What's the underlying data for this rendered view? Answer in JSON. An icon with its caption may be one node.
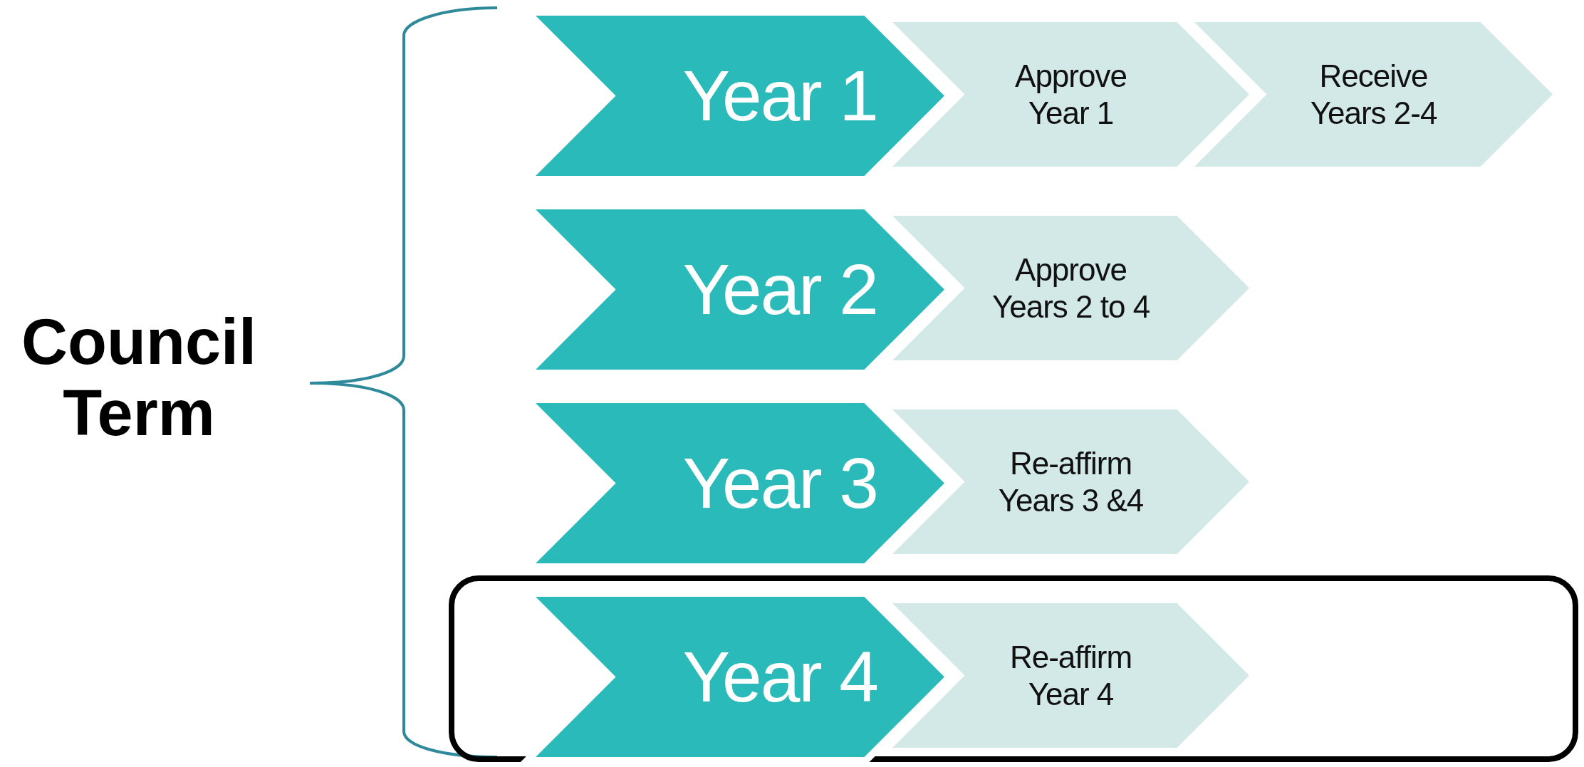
{
  "diagram": {
    "nodes": [
      {
        "text": [
          "Year 1"
        ]
      },
      {
        "text": [
          "Approve Year 1"
        ]
      },
      {
        "text": [
          "Receive Years 2-4"
        ]
      },
      {
        "text": [
          "Year 2"
        ]
      },
      {
        "text": [
          "Approve Years 2 to 4"
        ]
      },
      {
        "text": [
          "Year 3"
        ]
      },
      {
        "text": [
          "Re-affirm Years 3 &4"
        ]
      },
      {
        "text": [],
        "shape": "box"
      },
      {
        "text": [
          "Year 4"
        ],
        "in": 7
      },
      {
        "text": [
          "Re-affirm Year 4"
        ],
        "in": 7
      }
    ],
    "edges": [],
    "labels": [
      "Council Term"
    ]
  }
}
